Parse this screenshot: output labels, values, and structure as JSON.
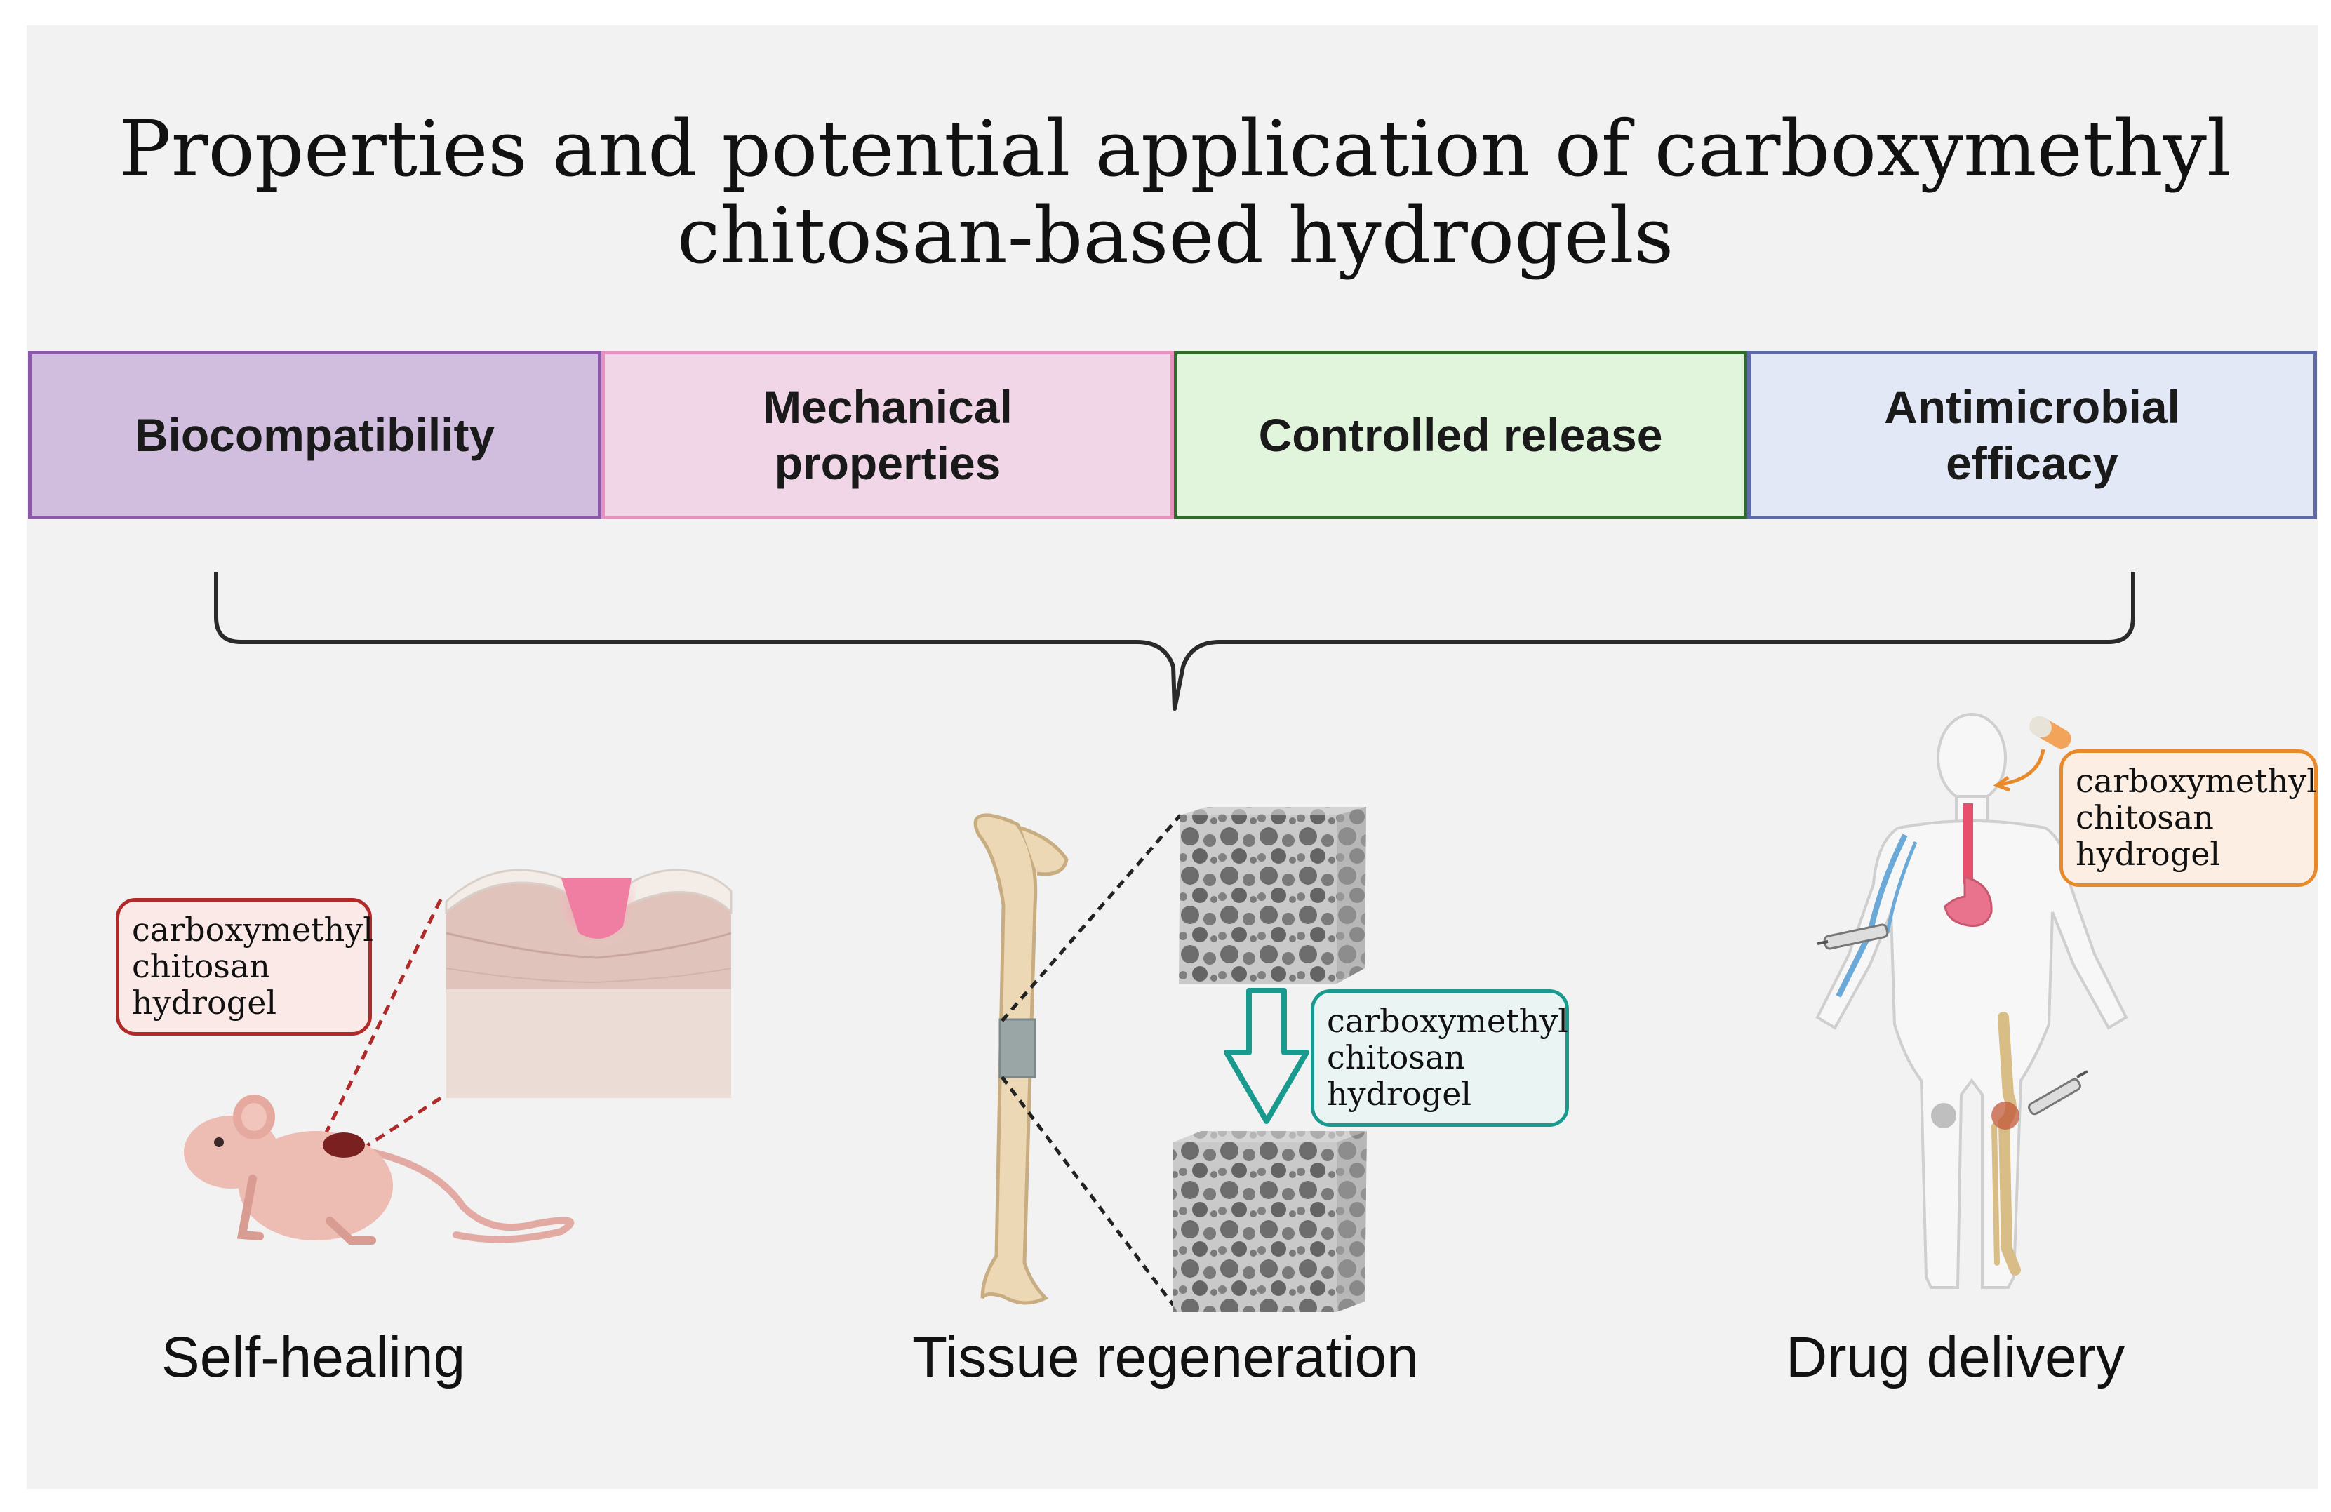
{
  "title": {
    "line1": "Properties and potential application of carboxymethyl",
    "line2": "chitosan-based hydrogels"
  },
  "properties": [
    {
      "lines": [
        "Biocompatibility"
      ],
      "fill": "#d1bedf",
      "border": "#8a5aa8"
    },
    {
      "lines": [
        "Mechanical",
        "properties"
      ],
      "fill": "#f1d6e8",
      "border": "#e592bf"
    },
    {
      "lines": [
        "Controlled release"
      ],
      "fill": "#e1f5dc",
      "border": "#2f6b2a"
    },
    {
      "lines": [
        "Antimicrobial",
        "efficacy"
      ],
      "fill": "#e3e8f7",
      "border": "#5e6aa8"
    }
  ],
  "applications": {
    "self_healing": {
      "label": "Self-healing",
      "callout": [
        "carboxymethyl",
        "chitosan",
        "hydrogel"
      ],
      "callout_color": "#b02a2a"
    },
    "tissue_regeneration": {
      "label": "Tissue regeneration",
      "callout": [
        "carboxymethyl",
        "chitosan",
        "hydrogel"
      ],
      "callout_color": "#1a9a8e"
    },
    "drug_delivery": {
      "label": "Drug delivery",
      "callout": [
        "carboxymethyl",
        "chitosan",
        "hydrogel"
      ],
      "callout_color": "#e88a2a"
    }
  },
  "colors": {
    "background": "#f2f2f2",
    "brace": "#2a2a2a",
    "arrow": "#1a9a8e"
  },
  "icons": [
    "mouse-icon",
    "skin-wound-icon",
    "femur-bone-icon",
    "porous-scaffold-icon",
    "down-arrow-icon",
    "human-body-icon",
    "capsule-icon",
    "syringe-icon"
  ]
}
